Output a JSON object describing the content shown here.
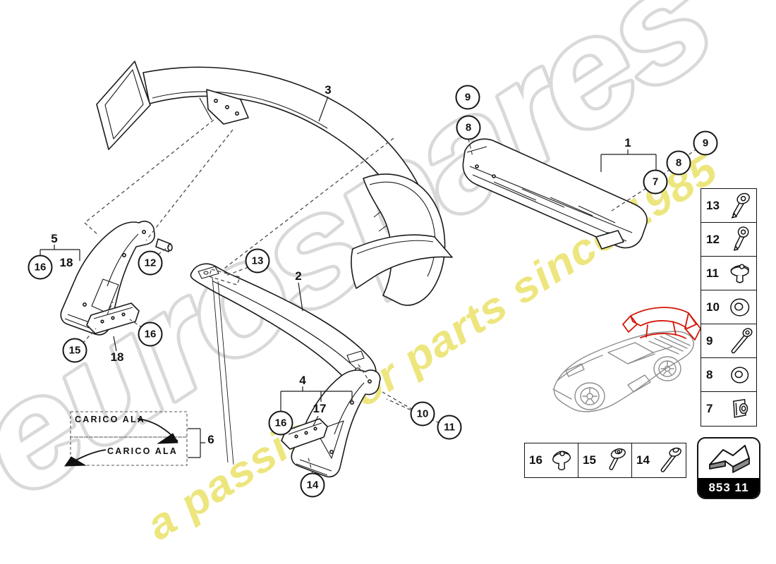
{
  "watermark": {
    "brand": "eurospares",
    "tagline": "a passion for parts since 1985",
    "brand_outline_color": "#d9d9d9",
    "tagline_color": "#e9e05e"
  },
  "colors": {
    "line": "#1a1a1a",
    "dashed_leader": "#4a4a4a",
    "car_grey": "#8d8d8d",
    "highlight_red": "#d21607",
    "badge_band": "#000000",
    "badge_text": "#ffffff"
  },
  "callouts": {
    "circled": [
      {
        "label": "16"
      },
      {
        "label": "12"
      },
      {
        "label": "13"
      },
      {
        "label": "15"
      },
      {
        "label": "16"
      },
      {
        "label": "9"
      },
      {
        "label": "8"
      },
      {
        "label": "7"
      },
      {
        "label": "8"
      },
      {
        "label": "9"
      },
      {
        "label": "16"
      },
      {
        "label": "10"
      },
      {
        "label": "11"
      },
      {
        "label": "14"
      }
    ],
    "plain": [
      {
        "label": "3"
      },
      {
        "label": "1"
      },
      {
        "label": "2"
      },
      {
        "label": "5"
      },
      {
        "label": "18"
      },
      {
        "label": "18"
      },
      {
        "label": "4"
      },
      {
        "label": "17"
      },
      {
        "label": "6"
      }
    ]
  },
  "decals": {
    "wing_load_label": "CARICO ALA"
  },
  "fastener_panel": [
    {
      "number": "13",
      "icon": "countersunk-screw"
    },
    {
      "number": "12",
      "icon": "pan-head-screw"
    },
    {
      "number": "11",
      "icon": "flanged-fastener"
    },
    {
      "number": "10",
      "icon": "washer"
    },
    {
      "number": "9",
      "icon": "long-bolt"
    },
    {
      "number": "8",
      "icon": "washer"
    },
    {
      "number": "7",
      "icon": "clip-nut"
    }
  ],
  "fastener_strip": [
    {
      "number": "16",
      "icon": "grommet-fastener"
    },
    {
      "number": "15",
      "icon": "screw-with-washer"
    },
    {
      "number": "14",
      "icon": "long-screw-with-washer"
    }
  ],
  "part_code": {
    "code": "853 11"
  },
  "car_thumbnail": {
    "highlight": "rear-wing",
    "highlight_color": "#d21607"
  }
}
